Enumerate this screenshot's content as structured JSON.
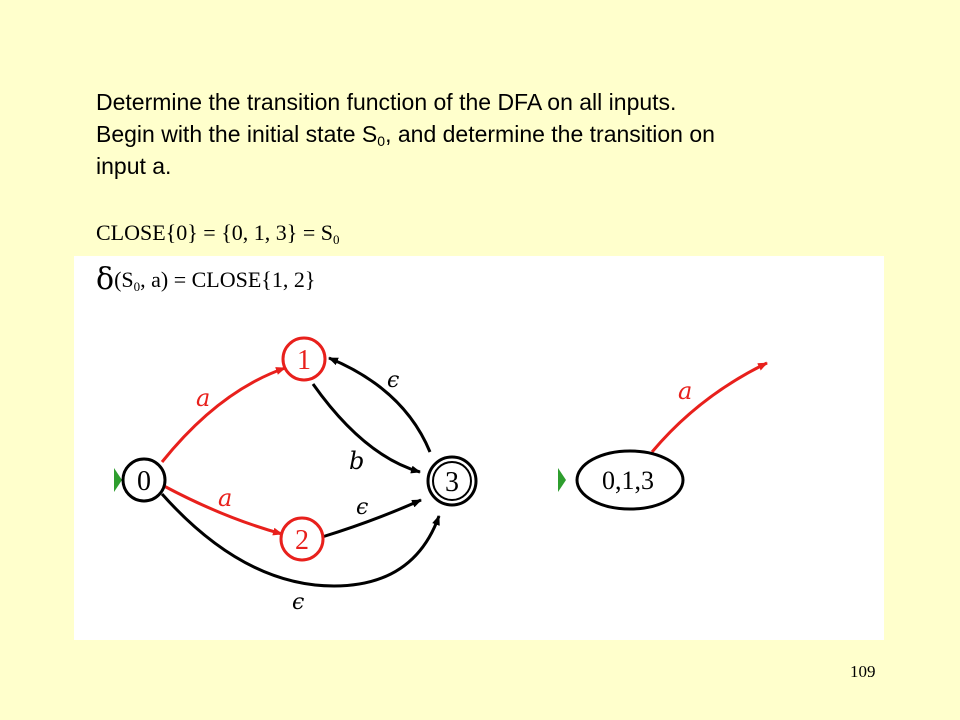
{
  "instructions": {
    "line1": "Determine the transition function of the DFA on all inputs.",
    "line2_pre": "Begin with the initial state S",
    "line2_sub": "0",
    "line2_post": ", and determine the transition on",
    "line3": "input a."
  },
  "closure": {
    "text": "CLOSE{0} = {0, 1, 3} = S",
    "sub": "0"
  },
  "delta": {
    "symbol": "δ",
    "arg_pre": "(S",
    "arg_sub": "0",
    "rest": ", a) = CLOSE{1, 2}"
  },
  "nfa": {
    "states": [
      "0",
      "1",
      "2",
      "3"
    ],
    "transitions": [
      {
        "from": "0",
        "to": "1",
        "label": "a",
        "highlighted": true
      },
      {
        "from": "0",
        "to": "2",
        "label": "a",
        "highlighted": true
      },
      {
        "from": "1",
        "to": "3",
        "label": "b",
        "highlighted": false
      },
      {
        "from": "3",
        "to": "1",
        "label": "ϵ",
        "highlighted": false
      },
      {
        "from": "2",
        "to": "3",
        "label": "ϵ",
        "highlighted": false
      },
      {
        "from": "0",
        "to": "3",
        "label": "ϵ",
        "highlighted": false
      }
    ],
    "accepting": [
      "3"
    ]
  },
  "dfa": {
    "state_label": "0,1,3",
    "transition_label": "a"
  },
  "colors": {
    "highlight": "#E8201C",
    "start_marker": "#2E9E2E",
    "background": "#FFFFCC"
  },
  "slide_number": "109"
}
